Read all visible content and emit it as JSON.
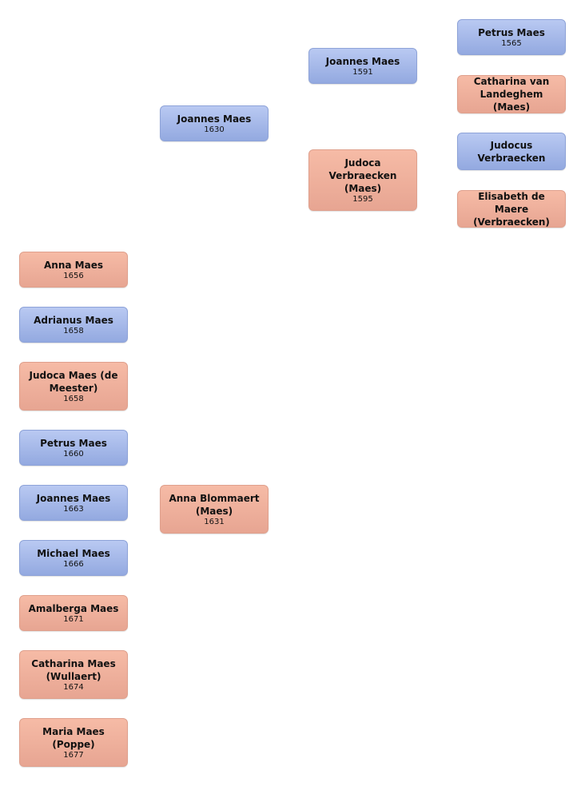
{
  "colors": {
    "male": "#a3b7ea",
    "female": "#f0b19d"
  },
  "great_grandparents": [
    {
      "name": "Petrus Maes",
      "year": "1565",
      "sex": "male"
    },
    {
      "name": "Catharina van Landeghem (Maes)",
      "year": "",
      "sex": "female"
    },
    {
      "name": "Judocus Verbraecken",
      "year": "",
      "sex": "male"
    },
    {
      "name": "Elisabeth de Maere (Verbraecken)",
      "year": "",
      "sex": "female"
    }
  ],
  "grandparents": [
    {
      "name": "Joannes Maes",
      "year": "1591",
      "sex": "male"
    },
    {
      "name": "Judoca Verbraecken (Maes)",
      "year": "1595",
      "sex": "female"
    }
  ],
  "parents": [
    {
      "name": "Joannes Maes",
      "year": "1630",
      "sex": "male"
    },
    {
      "name": "Anna Blommaert (Maes)",
      "year": "1631",
      "sex": "female"
    }
  ],
  "children": [
    {
      "name": "Anna Maes",
      "year": "1656",
      "sex": "female"
    },
    {
      "name": "Adrianus Maes",
      "year": "1658",
      "sex": "male"
    },
    {
      "name": "Judoca Maes (de Meester)",
      "year": "1658",
      "sex": "female"
    },
    {
      "name": "Petrus Maes",
      "year": "1660",
      "sex": "male"
    },
    {
      "name": "Joannes Maes",
      "year": "1663",
      "sex": "male"
    },
    {
      "name": "Michael Maes",
      "year": "1666",
      "sex": "male"
    },
    {
      "name": "Amalberga Maes",
      "year": "1671",
      "sex": "female"
    },
    {
      "name": "Catharina Maes (Wullaert)",
      "year": "1674",
      "sex": "female"
    },
    {
      "name": "Maria Maes (Poppe)",
      "year": "1677",
      "sex": "female"
    }
  ]
}
